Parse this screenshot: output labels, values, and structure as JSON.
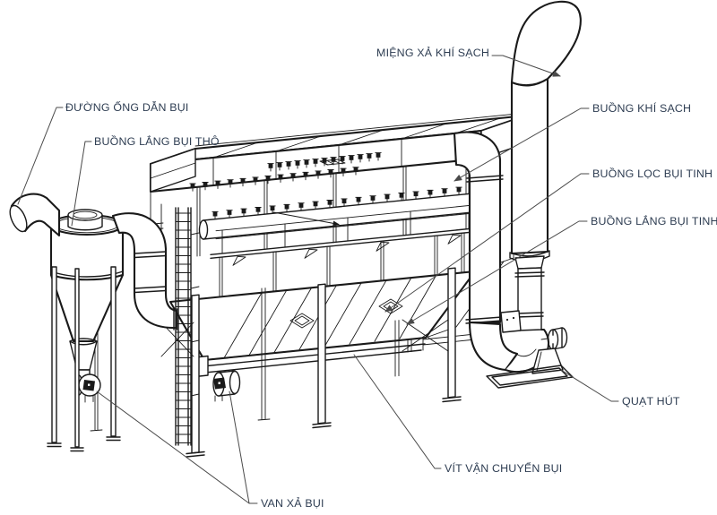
{
  "diagram": {
    "background": "#ffffff",
    "line_color": "#1a1a1a",
    "leader_color": "#4a4a4a",
    "label_color": "#2e3d52",
    "labels": [
      {
        "id": "mieng-xa-khi-sach",
        "text": "MIỆNG XẢ KHÍ SẠCH",
        "target": "chimney-outlet"
      },
      {
        "id": "duong-ong-dan-bui",
        "text": "ĐƯỜNG ỐNG DẪN BỤI",
        "target": "dust-inlet-duct"
      },
      {
        "id": "buong-lang-bui-tho",
        "text": "BUỒNG LẮNG BỤI THÔ",
        "target": "cyclone-chamber"
      },
      {
        "id": "buong-khi-sach",
        "text": "BUỒNG KHÍ SẠCH",
        "target": "clean-air-plenum"
      },
      {
        "id": "buong-loc-bui-tinh",
        "text": "BUỒNG LỌC BỤI TINH",
        "target": "filter-chamber"
      },
      {
        "id": "buong-lang-bui-tinh",
        "text": "BUỒNG LẮNG BỤI TINH",
        "target": "fine-settling-hopper"
      },
      {
        "id": "quat-hut",
        "text": "QUẠT HÚT",
        "target": "suction-fan"
      },
      {
        "id": "vit-van-chuyen-bui",
        "text": "VÍT VẬN CHUYỂN BỤI",
        "target": "screw-conveyor"
      },
      {
        "id": "van-xa-bui",
        "text": "VAN XẢ BỤI",
        "target": "dust-discharge-valves"
      }
    ]
  }
}
